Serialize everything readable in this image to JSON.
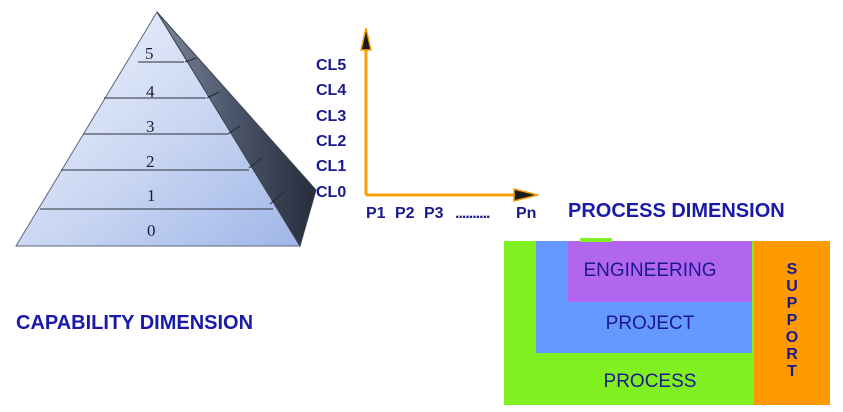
{
  "pyramid": {
    "levels": [
      "5",
      "4",
      "3",
      "2",
      "1",
      "0"
    ]
  },
  "axes": {
    "capability_levels": [
      "CL5",
      "CL4",
      "CL3",
      "CL2",
      "CL1",
      "CL0"
    ],
    "process_labels": [
      "P1",
      "P2",
      "P3",
      "..........",
      "Pn"
    ]
  },
  "titles": {
    "process_dimension": "PROCESS DIMENSION",
    "capability_dimension": "CAPABILITY DIMENSION"
  },
  "blocks": {
    "engineering": "ENGINEERING",
    "project": "PROJECT",
    "process": "PROCESS",
    "support": [
      "S",
      "U",
      "P",
      "P",
      "O",
      "R",
      "T"
    ]
  },
  "colors": {
    "axis": "#f5a00a",
    "title_text": "#1a1aa8",
    "green": "#80f020",
    "blue": "#6699ff",
    "purple": "#b266f0",
    "orange": "#ff9900"
  }
}
